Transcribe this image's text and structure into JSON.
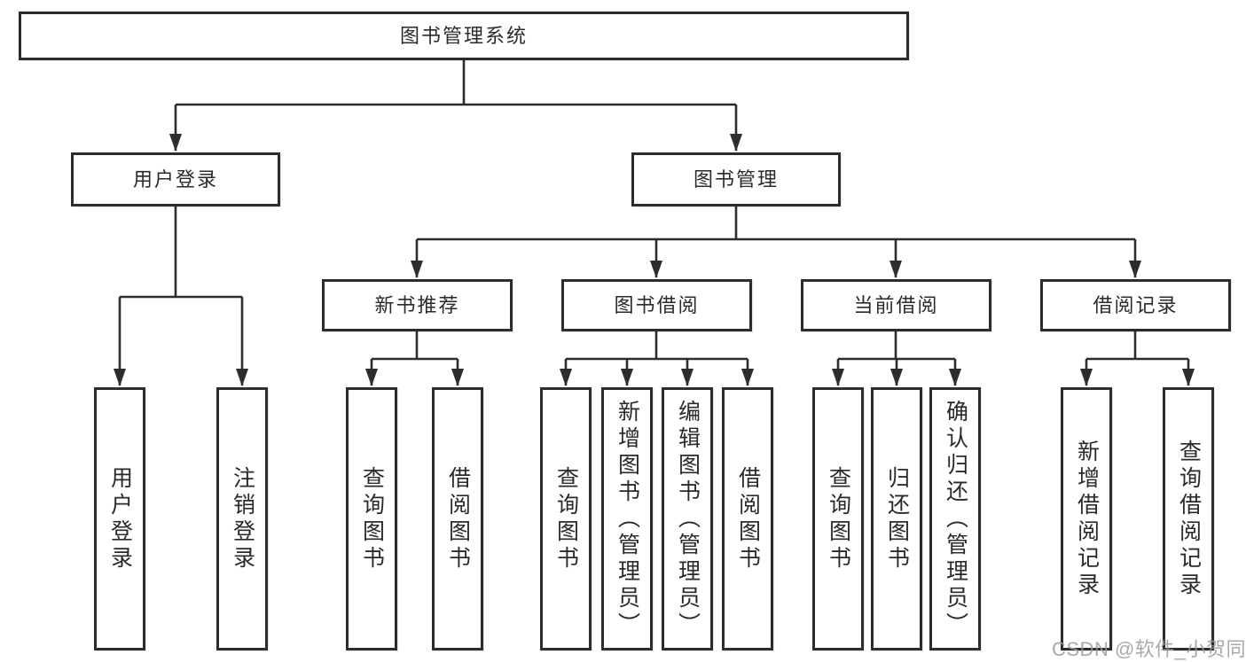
{
  "colors": {
    "line": "#2d2d2d",
    "text": "#2a2a2a",
    "background": "#ffffff",
    "watermark": "#9b9b9b"
  },
  "root": {
    "label": "图书管理系统"
  },
  "branches": [
    {
      "label": "用户登录",
      "children": [
        {
          "label": "用户登录"
        },
        {
          "label": "注销登录"
        }
      ]
    },
    {
      "label": "图书管理",
      "children": [
        {
          "label": "新书推荐",
          "children": [
            {
              "label": "查询图书"
            },
            {
              "label": "借阅图书"
            }
          ]
        },
        {
          "label": "图书借阅",
          "children": [
            {
              "label": "查询图书"
            },
            {
              "label": "新增图书（管理员）"
            },
            {
              "label": "编辑图书（管理员）"
            },
            {
              "label": "借阅图书"
            }
          ]
        },
        {
          "label": "当前借阅",
          "children": [
            {
              "label": "查询图书"
            },
            {
              "label": "归还图书"
            },
            {
              "label": "确认归还（管理员）"
            }
          ]
        },
        {
          "label": "借阅记录",
          "children": [
            {
              "label": "新增借阅记录"
            },
            {
              "label": "查询借阅记录"
            }
          ]
        }
      ]
    }
  ],
  "watermark": "CSDN @软件_小贺同学"
}
